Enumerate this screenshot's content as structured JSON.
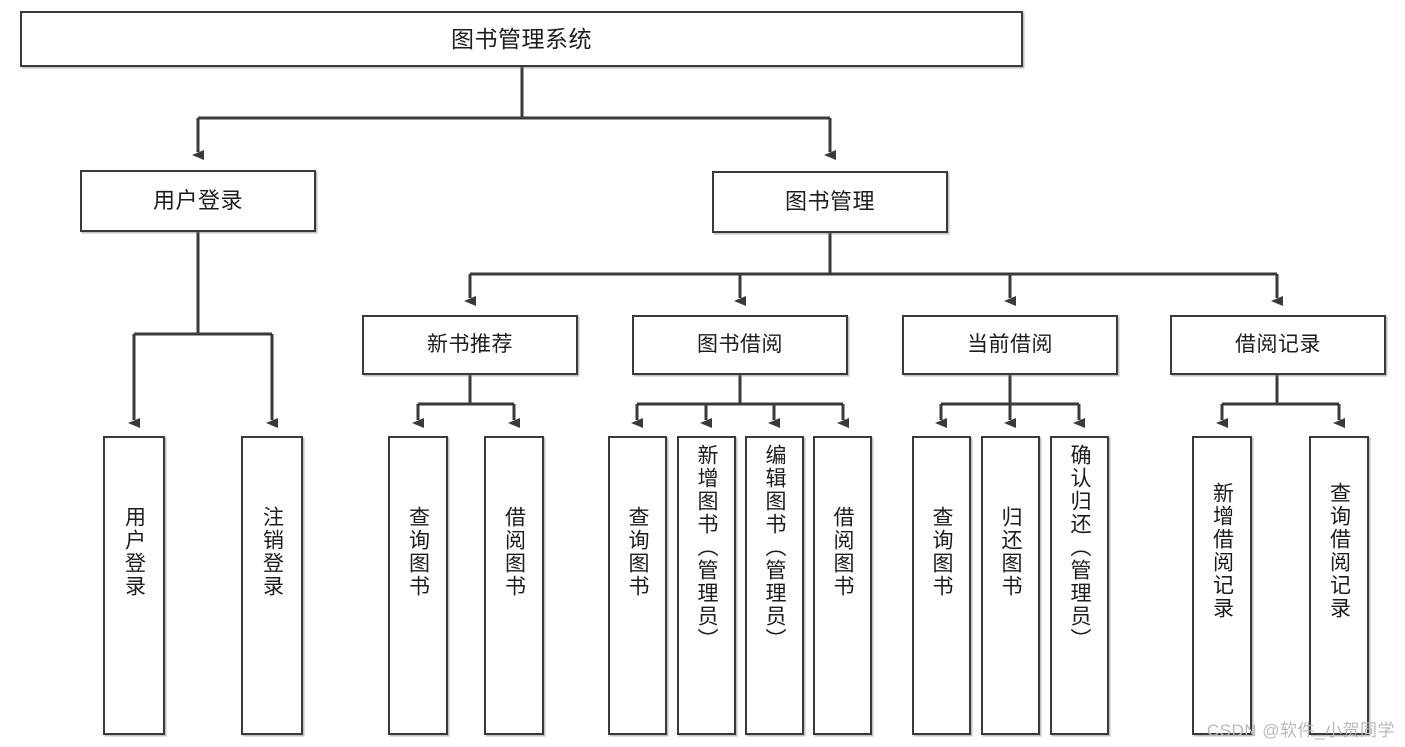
{
  "diagram": {
    "title": "图书管理系统",
    "type": "tree-hierarchy",
    "root": {
      "label": "图书管理系统"
    },
    "level2": [
      {
        "label": "用户登录"
      },
      {
        "label": "图书管理"
      }
    ],
    "level3": [
      {
        "label": "新书推荐"
      },
      {
        "label": "图书借阅"
      },
      {
        "label": "当前借阅"
      },
      {
        "label": "借阅记录"
      }
    ],
    "leaves": {
      "user_login": [
        {
          "label": "用户登录"
        },
        {
          "label": "注销登录"
        }
      ],
      "new_book_recommend": [
        {
          "label": "查询图书"
        },
        {
          "label": "借阅图书"
        }
      ],
      "book_borrow": [
        {
          "label": "查询图书"
        },
        {
          "label": "新增图书（管理员）"
        },
        {
          "label": "编辑图书（管理员）"
        },
        {
          "label": "借阅图书"
        }
      ],
      "current_borrow": [
        {
          "label": "查询图书"
        },
        {
          "label": "归还图书"
        },
        {
          "label": "确认归还（管理员）"
        }
      ],
      "borrow_record": [
        {
          "label": "新增借阅记录"
        },
        {
          "label": "查询借阅记录"
        }
      ]
    }
  },
  "watermark": {
    "text": "CSDN @软件_小贺同学"
  },
  "colors": {
    "stroke": "#3a3a3a",
    "fill": "#ffffff",
    "text": "#1c1c1c",
    "watermark": "#b9b9b9"
  }
}
